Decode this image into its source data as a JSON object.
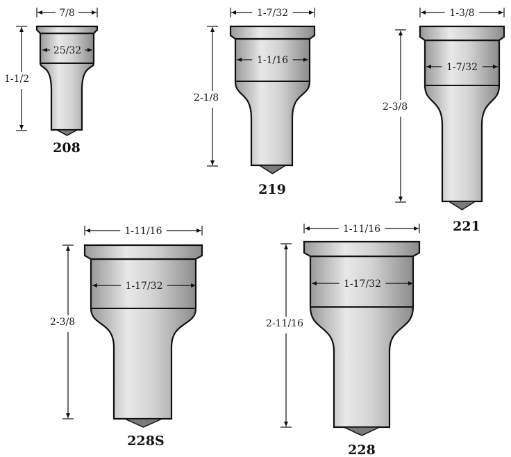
{
  "punches": [
    {
      "model": "208",
      "overall_width": "7/8",
      "inner_width": "25/32",
      "height": "1-1/2"
    },
    {
      "model": "219",
      "overall_width": "1-7/32",
      "inner_width": "1-1/16",
      "height": "2-1/8"
    },
    {
      "model": "221",
      "overall_width": "1-3/8",
      "inner_width": "1-7/32",
      "height": "2-3/8"
    },
    {
      "model": "228S",
      "overall_width": "1-11/16",
      "inner_width": "1-17/32",
      "height": "2-3/8"
    },
    {
      "model": "228",
      "overall_width": "1-11/16",
      "inner_width": "1-17/32",
      "height": "2-11/16"
    }
  ],
  "colors": {
    "steel_light": "#e6e6e6",
    "steel_mid": "#bdbdbd",
    "steel_dark": "#8a8a8a",
    "outline": "#111111"
  }
}
